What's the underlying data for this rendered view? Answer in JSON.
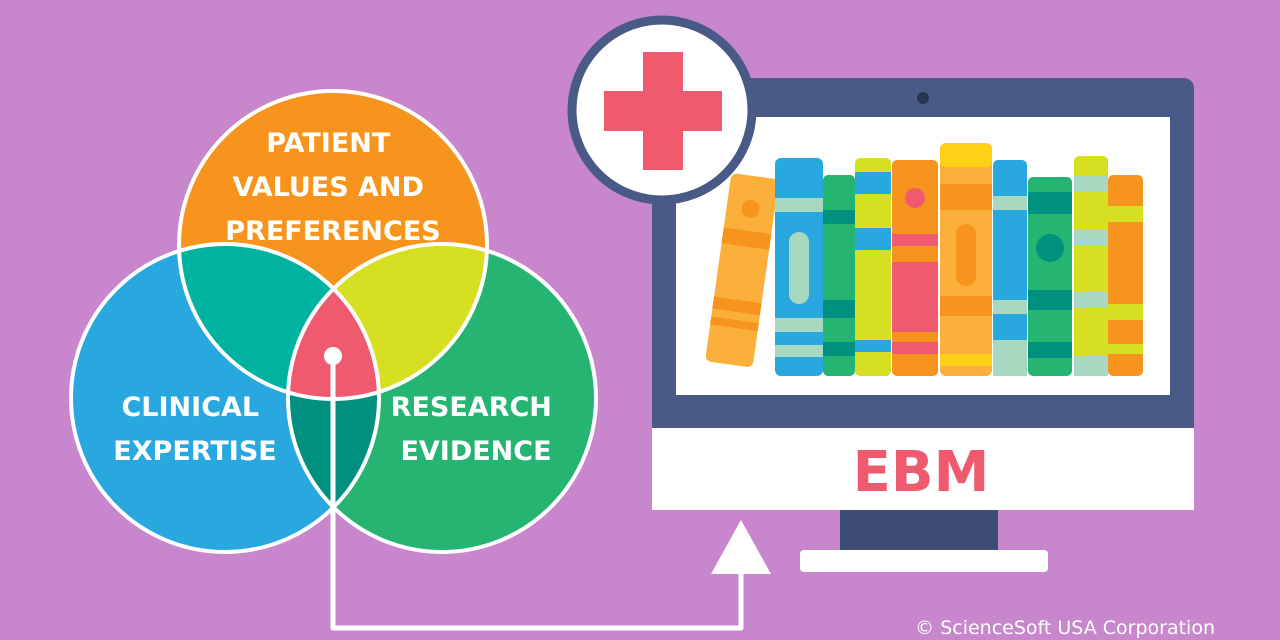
{
  "background": "#c886cc",
  "venn": {
    "top": {
      "lines": [
        "PATIENT",
        "VALUES AND",
        "PREFERENCES"
      ],
      "color": "#f7941d"
    },
    "left": {
      "lines": [
        "CLINICAL",
        "EXPERTISE"
      ],
      "color": "#29a8e0"
    },
    "right": {
      "lines": [
        "RESEARCH",
        "EVIDENCE"
      ],
      "color": "#26b473"
    },
    "overlap_colors": {
      "top_left": "#00b3a0",
      "top_right": "#d7df23",
      "left_right": "#00907f",
      "center": "#f05a6e"
    }
  },
  "monitor": {
    "screen_label": "EBM",
    "label_color": "#f05a6e",
    "frame_color": "#4a5a87",
    "badge_icon": "medical-cross-icon"
  },
  "copyright": "© ScienceSoft USA Corporation"
}
